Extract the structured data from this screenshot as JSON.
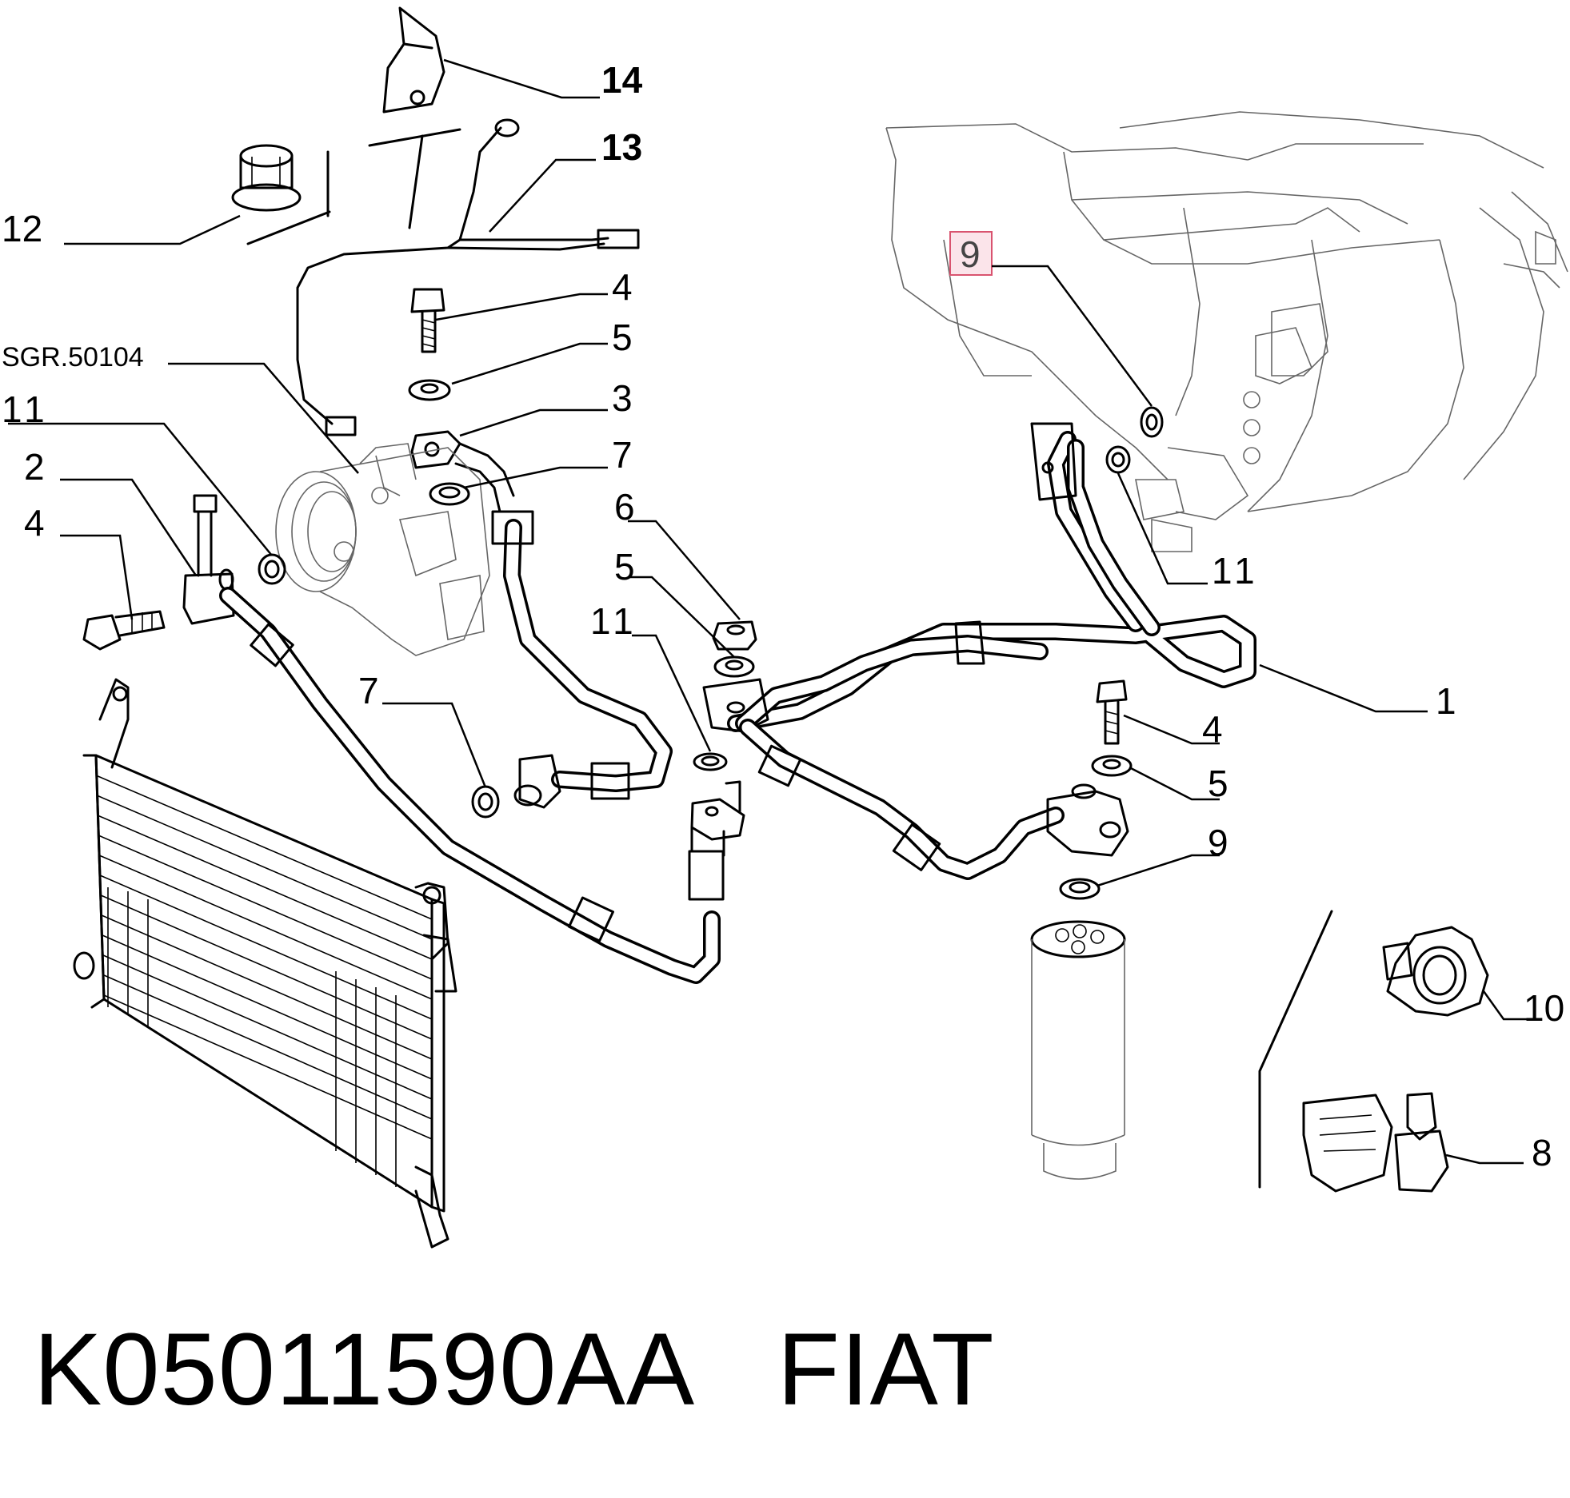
{
  "diagram": {
    "callouts": {
      "c14": "14",
      "c13": "13",
      "c12": "12",
      "c4_top": "4",
      "c5_top": "5",
      "c3": "3",
      "c7_top": "7",
      "sgr": "SGR.50104",
      "c11_left": "11",
      "c2": "2",
      "c4_left": "4",
      "c6": "6",
      "c5_mid": "5",
      "c11_mid": "11",
      "c7_low": "7",
      "c9_highlight": "9",
      "c11_right": "11",
      "c1": "1",
      "c4_right": "4",
      "c5_right": "5",
      "c9_bottom": "9",
      "c10": "10",
      "c8": "8"
    }
  },
  "footer": {
    "part_number": "K05011590AA",
    "brand": "FIAT"
  },
  "colors": {
    "highlight_fill": "#fbe4ea",
    "highlight_stroke": "#d9536f",
    "line": "#000000"
  }
}
